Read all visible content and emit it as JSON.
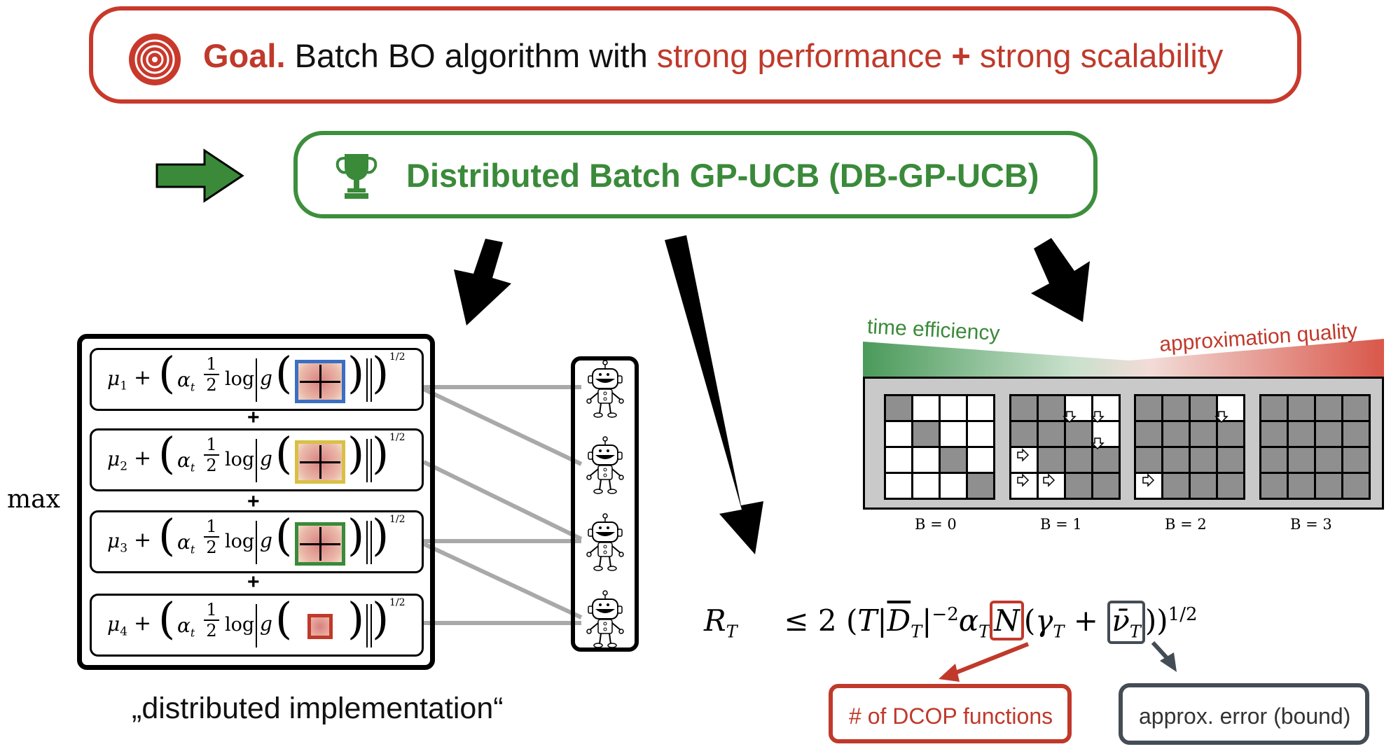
{
  "goal": {
    "label": "Goal.",
    "text": " Batch BO algorithm with ",
    "perf": "strong performance",
    "plus": " + ",
    "scal": "strong scalability",
    "icon": "target-icon"
  },
  "algorithm": {
    "title": "Distributed Batch GP-UCB (DB-GP-UCB)",
    "icon": "trophy-icon"
  },
  "formula_panel": {
    "max_label": "max",
    "rows": [
      {
        "mu": "μ",
        "sub": "1",
        "color": "#3a6fc4"
      },
      {
        "mu": "μ",
        "sub": "2",
        "color": "#d9c045"
      },
      {
        "mu": "μ",
        "sub": "3",
        "color": "#3a8a3a"
      },
      {
        "mu": "μ",
        "sub": "4",
        "color": "#c0392b"
      }
    ],
    "plus_sign": "+",
    "alpha": "α",
    "alpha_sub": "t",
    "frac_num": "1",
    "frac_den": "2",
    "log": "log",
    "g": "g",
    "power": "1/2",
    "caption": "„distributed implementation“"
  },
  "grid": {
    "time_efficiency": "time efficiency",
    "approximation_quality": "approximation quality",
    "labels": [
      "B",
      "B",
      "B",
      "B"
    ],
    "eq": " = ",
    "values": [
      "0",
      "1",
      "2",
      "3"
    ]
  },
  "regret": {
    "R": "R",
    "R_sub": "T",
    "le": "≤ 2",
    "T": "T",
    "D": "D",
    "D_sub": "T",
    "neg2": "−2",
    "alpha": "α",
    "alpha_sub": "T",
    "N": "N",
    "gamma": "γ",
    "gamma_sub": "T",
    "plus": "+",
    "nu": "ν̄",
    "nu_sub": "T",
    "half": "1/2"
  },
  "annotations": {
    "dcop": "# of DCOP functions",
    "error": "approx. error (bound)"
  },
  "colors": {
    "red": "#c0392b",
    "green": "#3a8a3a",
    "gray": "#444c55"
  }
}
